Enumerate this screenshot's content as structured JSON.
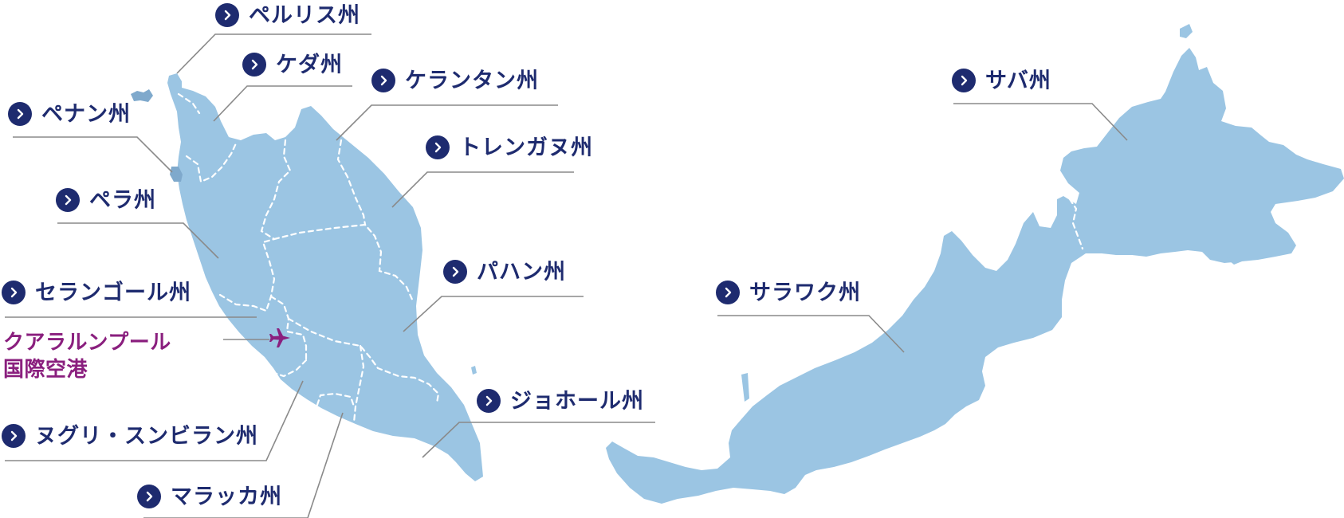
{
  "states": {
    "perlis": "ペルリス州",
    "kedah": "ケダ州",
    "kelantan": "ケランタン州",
    "penang": "ペナン州",
    "terengganu": "トレンガヌ州",
    "perak": "ペラ州",
    "pahang": "パハン州",
    "selangor": "セランゴール州",
    "johor": "ジョホール州",
    "negeri_sembilan": "ヌグリ・スンビラン州",
    "melaka": "マラッカ州",
    "sabah": "サバ州",
    "sarawak": "サラワク州"
  },
  "airport": {
    "line1": "クアラルンプール",
    "line2": "国際空港"
  },
  "colors": {
    "land": "#9bc5e3",
    "state_label": "#1e2b6f",
    "airport_label": "#8a1f7e",
    "leader_line": "#8a8a8a"
  },
  "icons": {
    "state_marker": "chevron-right-circle-icon",
    "airport_marker": "airplane-icon"
  }
}
